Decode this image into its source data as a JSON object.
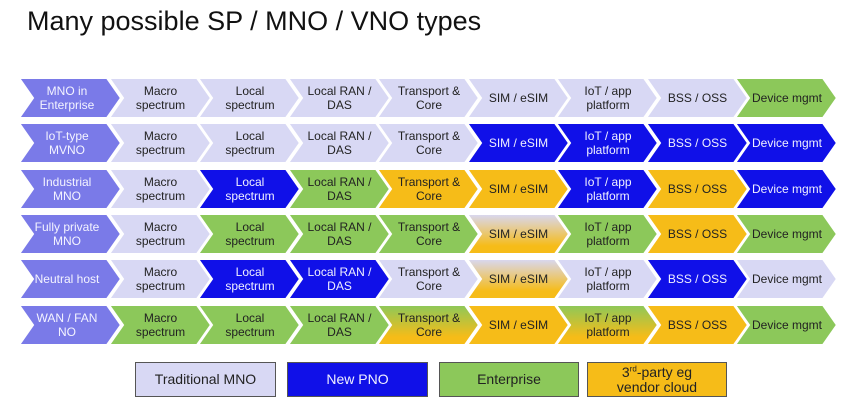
{
  "title": "Many possible SP / MNO / VNO types",
  "colors": {
    "traditional": "#d8d8f4",
    "new_pno": "#1010e8",
    "enterprise": "#8cc85a",
    "third_party": "#f6bc18",
    "row_header": "#7a7ae8",
    "dark_text": "#222222",
    "light_text": "#f0f0ff"
  },
  "columns": [
    "Macro spectrum",
    "Local spectrum",
    "Local RAN / DAS",
    "Transport & Core",
    "SIM / eSIM",
    "IoT / app platform",
    "BSS / OSS",
    "Device mgmt"
  ],
  "rows": [
    {
      "label": "MNO in Enterprise",
      "cells": [
        {
          "text": "Macro spectrum",
          "type": "traditional"
        },
        {
          "text": "Local spectrum",
          "type": "traditional"
        },
        {
          "text": "Local RAN / DAS",
          "type": "traditional"
        },
        {
          "text": "Transport & Core",
          "type": "traditional"
        },
        {
          "text": "SIM / eSIM",
          "type": "traditional"
        },
        {
          "text": "IoT / app platform",
          "type": "traditional"
        },
        {
          "text": "BSS / OSS",
          "type": "traditional"
        },
        {
          "text": "Device mgmt",
          "type": "enterprise"
        }
      ]
    },
    {
      "label": "IoT-type MVNO",
      "cells": [
        {
          "text": "Macro spectrum",
          "type": "traditional"
        },
        {
          "text": "Local spectrum",
          "type": "traditional"
        },
        {
          "text": "Local RAN / DAS",
          "type": "traditional"
        },
        {
          "text": "Transport & Core",
          "type": "traditional"
        },
        {
          "text": "SIM / eSIM",
          "type": "new_pno"
        },
        {
          "text": "IoT / app platform",
          "type": "new_pno"
        },
        {
          "text": "BSS / OSS",
          "type": "new_pno"
        },
        {
          "text": "Device mgmt",
          "type": "new_pno"
        }
      ]
    },
    {
      "label": "Industrial MNO",
      "cells": [
        {
          "text": "Macro spectrum",
          "type": "traditional"
        },
        {
          "text": "Local spectrum",
          "type": "new_pno"
        },
        {
          "text": "Local RAN / DAS",
          "type": "enterprise"
        },
        {
          "text": "Transport & Core",
          "type": "third_party"
        },
        {
          "text": "SIM / eSIM",
          "type": "third_party"
        },
        {
          "text": "IoT / app platform",
          "type": "new_pno"
        },
        {
          "text": "BSS / OSS",
          "type": "third_party"
        },
        {
          "text": "Device mgmt",
          "type": "new_pno"
        }
      ]
    },
    {
      "label": "Fully private MNO",
      "cells": [
        {
          "text": "Macro spectrum",
          "type": "traditional"
        },
        {
          "text": "Local spectrum",
          "type": "enterprise"
        },
        {
          "text": "Local RAN / DAS",
          "type": "enterprise"
        },
        {
          "text": "Transport & Core",
          "type": "enterprise"
        },
        {
          "text": "SIM / eSIM",
          "type": "traditional+third_party"
        },
        {
          "text": "IoT / app platform",
          "type": "enterprise"
        },
        {
          "text": "BSS / OSS",
          "type": "third_party"
        },
        {
          "text": "Device mgmt",
          "type": "enterprise"
        }
      ]
    },
    {
      "label": "Neutral host",
      "cells": [
        {
          "text": "Macro spectrum",
          "type": "traditional"
        },
        {
          "text": "Local spectrum",
          "type": "new_pno"
        },
        {
          "text": "Local RAN / DAS",
          "type": "new_pno"
        },
        {
          "text": "Transport & Core",
          "type": "traditional"
        },
        {
          "text": "SIM / eSIM",
          "type": "traditional+third_party"
        },
        {
          "text": "IoT / app platform",
          "type": "traditional"
        },
        {
          "text": "BSS / OSS",
          "type": "new_pno"
        },
        {
          "text": "Device mgmt",
          "type": "traditional"
        }
      ]
    },
    {
      "label": "WAN / FAN NO",
      "cells": [
        {
          "text": "Macro spectrum",
          "type": "enterprise"
        },
        {
          "text": "Local spectrum",
          "type": "enterprise"
        },
        {
          "text": "Local RAN / DAS",
          "type": "enterprise"
        },
        {
          "text": "Transport & Core",
          "type": "enterprise+third_party"
        },
        {
          "text": "SIM / eSIM",
          "type": "third_party"
        },
        {
          "text": "IoT / app platform",
          "type": "enterprise+third_party"
        },
        {
          "text": "BSS / OSS",
          "type": "third_party"
        },
        {
          "text": "Device mgmt",
          "type": "enterprise"
        }
      ]
    }
  ],
  "legend": [
    {
      "label": "Traditional MNO",
      "type": "traditional"
    },
    {
      "label": "New PNO",
      "type": "new_pno"
    },
    {
      "label": "Enterprise",
      "type": "enterprise"
    },
    {
      "label_pre": "3",
      "label_sup": "rd",
      "label_post": "-party eg",
      "label_line2": "vendor cloud",
      "type": "third_party"
    }
  ]
}
